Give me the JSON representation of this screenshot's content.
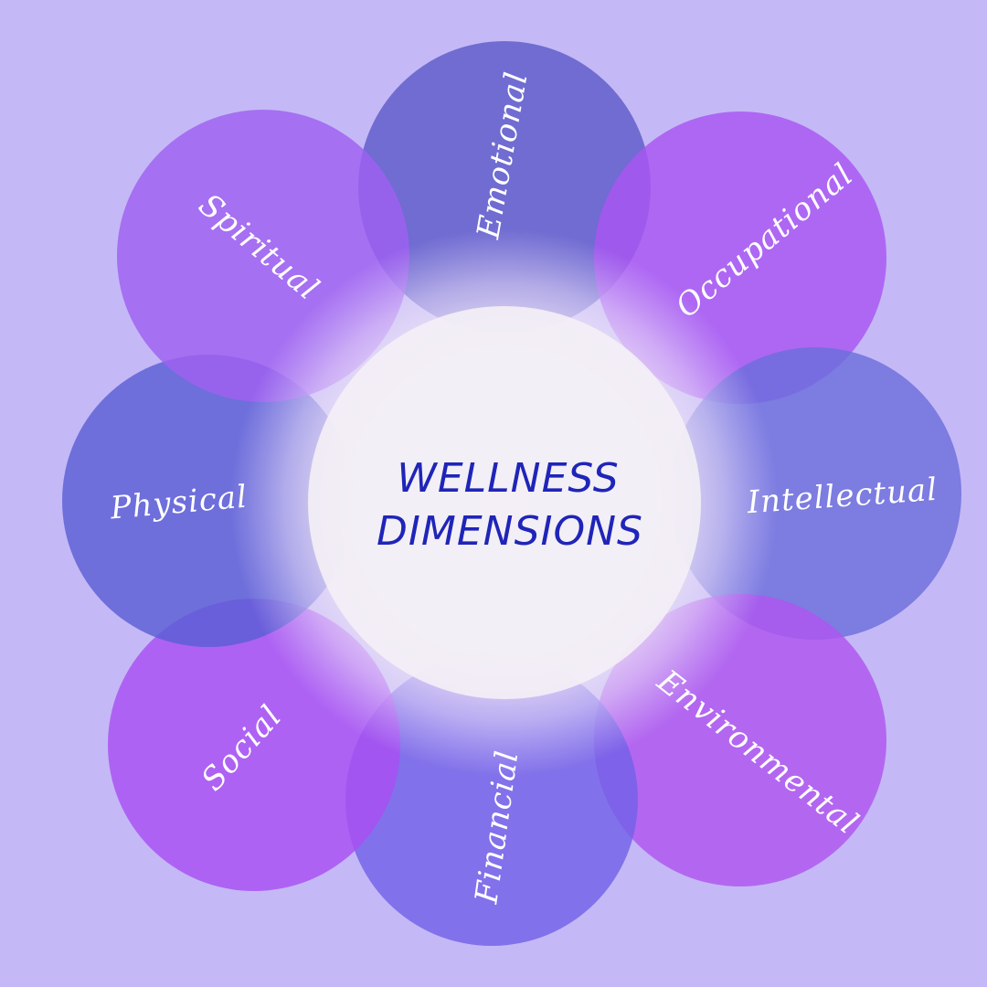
{
  "diagram": {
    "title_line1": "WELLNESS",
    "title_line2": "DIMENSIONS",
    "colors": {
      "background": "#c4b9f6",
      "center_glow": "#f3eff5",
      "title": "#1f25b8",
      "petal_purple": "#a855f7",
      "petal_blue": "#5b5fd6",
      "label": "#ffffff"
    },
    "petals": [
      {
        "label": "Emotional",
        "color": "#5e5cc8"
      },
      {
        "label": "Occupational",
        "color": "#aa55f2"
      },
      {
        "label": "Intellectual",
        "color": "#6d6fdc"
      },
      {
        "label": "Environmental",
        "color": "#b055ee"
      },
      {
        "label": "Financial",
        "color": "#7362e6"
      },
      {
        "label": "Social",
        "color": "#a94ff2"
      },
      {
        "label": "Physical",
        "color": "#5b5fd4"
      },
      {
        "label": "Spiritual",
        "color": "#a060f0"
      }
    ]
  }
}
